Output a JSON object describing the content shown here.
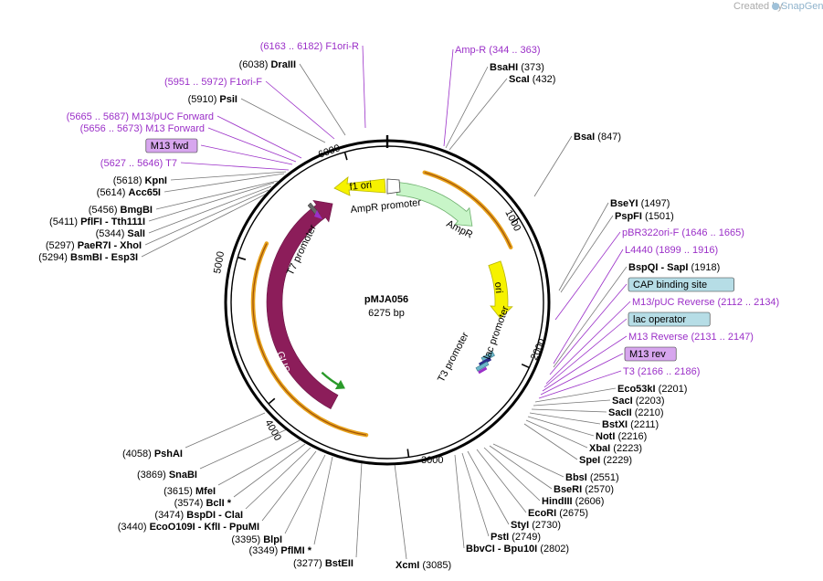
{
  "credit": {
    "text": "Created by",
    "brand": "SnapGene"
  },
  "plasmid": {
    "name": "pMJA056",
    "length": "6275 bp"
  },
  "colors": {
    "primer": "#9b30c8",
    "ring": "#000000",
    "leader": "#777777",
    "orange_outline": "#e8a31c",
    "yellow": "#f6f200",
    "mint": "#c8f5c8",
    "maroon": "#8c1d5a",
    "green_arrow": "#2a9a2a",
    "feature_box_blue": "#b6dde6",
    "primer_box": "#d7a6ee"
  },
  "ticks": [
    "1000",
    "2000",
    "3000",
    "4000",
    "5000",
    "6000"
  ],
  "features": [
    {
      "label": "f1 ori",
      "name": "f1-ori-arrow"
    },
    {
      "label": "AmpR promoter",
      "name": "ampr-promoter-label"
    },
    {
      "label": "AmpR",
      "name": "ampr-label"
    },
    {
      "label": "ori",
      "name": "ori-arrow"
    },
    {
      "label": "lac promoter",
      "name": "lac-promoter-label"
    },
    {
      "label": "T3 promoter",
      "name": "t3-promoter-label"
    },
    {
      "label": "T7 promoter",
      "name": "t7-promoter-label"
    },
    {
      "label": "GUS",
      "name": "gus-arrow"
    }
  ],
  "labels_left": [
    {
      "pos": "(6163 .. 6182)",
      "name": "F1ori-R",
      "kind": "primer"
    },
    {
      "pos": "(6038)",
      "name": "DraIII",
      "kind": "enzyme"
    },
    {
      "pos": "(5951 .. 5972)",
      "name": "F1ori-F",
      "kind": "primer"
    },
    {
      "pos": "(5910)",
      "name": "PsiI",
      "kind": "enzyme"
    },
    {
      "pos": "(5665 .. 5687)",
      "name": "M13/pUC Forward",
      "kind": "primer"
    },
    {
      "pos": "(5656 .. 5673)",
      "name": "M13 Forward",
      "kind": "primer"
    },
    {
      "pos": "",
      "name": "M13 fwd",
      "kind": "primer-box"
    },
    {
      "pos": "(5627 .. 5646)",
      "name": "T7",
      "kind": "primer"
    },
    {
      "pos": "(5618)",
      "name": "KpnI",
      "kind": "enzyme"
    },
    {
      "pos": "(5614)",
      "name": "Acc65I",
      "kind": "enzyme"
    },
    {
      "pos": "(5456)",
      "name": "BmgBI",
      "kind": "enzyme"
    },
    {
      "pos": "(5411)",
      "name": "PflFI  -  Tth111I",
      "kind": "enzyme"
    },
    {
      "pos": "(5344)",
      "name": "SalI",
      "kind": "enzyme"
    },
    {
      "pos": "(5297)",
      "name": "PaeR7I  -  XhoI",
      "kind": "enzyme"
    },
    {
      "pos": "(5294)",
      "name": "BsmBI  -  Esp3I",
      "kind": "enzyme"
    }
  ],
  "labels_right": [
    {
      "name": "Amp-R",
      "pos": "(344 .. 363)",
      "kind": "primer"
    },
    {
      "name": "BsaHI",
      "pos": "(373)",
      "kind": "enzyme"
    },
    {
      "name": "ScaI",
      "pos": "(432)",
      "kind": "enzyme"
    },
    {
      "name": "BsaI",
      "pos": "(847)",
      "kind": "enzyme"
    },
    {
      "name": "BseYI",
      "pos": "(1497)",
      "kind": "enzyme"
    },
    {
      "name": "PspFI",
      "pos": "(1501)",
      "kind": "enzyme"
    },
    {
      "name": "pBR322ori-F",
      "pos": "(1646 .. 1665)",
      "kind": "primer"
    },
    {
      "name": "L4440",
      "pos": "(1899 .. 1916)",
      "kind": "primer"
    },
    {
      "name": "BspQI  -  SapI",
      "pos": "(1918)",
      "kind": "enzyme"
    },
    {
      "name": "CAP binding site",
      "pos": "",
      "kind": "feature-box"
    },
    {
      "name": "M13/pUC Reverse",
      "pos": "(2112 .. 2134)",
      "kind": "primer"
    },
    {
      "name": "lac operator",
      "pos": "",
      "kind": "feature-box"
    },
    {
      "name": "M13 Reverse",
      "pos": "(2131 .. 2147)",
      "kind": "primer"
    },
    {
      "name": "M13 rev",
      "pos": "",
      "kind": "primer-box"
    },
    {
      "name": "T3",
      "pos": "(2166 .. 2186)",
      "kind": "primer"
    },
    {
      "name": "Eco53kI",
      "pos": "(2201)",
      "kind": "enzyme"
    },
    {
      "name": "SacI",
      "pos": "(2203)",
      "kind": "enzyme"
    },
    {
      "name": "SacII",
      "pos": "(2210)",
      "kind": "enzyme"
    },
    {
      "name": "BstXI",
      "pos": "(2211)",
      "kind": "enzyme"
    },
    {
      "name": "NotI",
      "pos": "(2216)",
      "kind": "enzyme"
    },
    {
      "name": "XbaI",
      "pos": "(2223)",
      "kind": "enzyme"
    },
    {
      "name": "SpeI",
      "pos": "(2229)",
      "kind": "enzyme"
    },
    {
      "name": "BbsI",
      "pos": "(2551)",
      "kind": "enzyme"
    },
    {
      "name": "BseRI",
      "pos": "(2570)",
      "kind": "enzyme"
    },
    {
      "name": "HindIII",
      "pos": "(2606)",
      "kind": "enzyme"
    },
    {
      "name": "EcoRI",
      "pos": "(2675)",
      "kind": "enzyme"
    },
    {
      "name": "StyI",
      "pos": "(2730)",
      "kind": "enzyme"
    },
    {
      "name": "PstI",
      "pos": "(2749)",
      "kind": "enzyme"
    },
    {
      "name": "BbvCI  -  Bpu10I",
      "pos": "(2802)",
      "kind": "enzyme"
    }
  ],
  "labels_bottom": [
    {
      "pos": "(4058)",
      "name": "PshAI",
      "kind": "enzyme"
    },
    {
      "pos": "(3869)",
      "name": "SnaBI",
      "kind": "enzyme"
    },
    {
      "pos": "(3615)",
      "name": "MfeI",
      "kind": "enzyme"
    },
    {
      "pos": "(3574)",
      "name": "BclI *",
      "kind": "enzyme"
    },
    {
      "pos": "(3474)",
      "name": "BspDI  -  ClaI",
      "kind": "enzyme"
    },
    {
      "pos": "(3440)",
      "name": "EcoO109I  -  KflI  -  PpuMI",
      "kind": "enzyme"
    },
    {
      "pos": "(3395)",
      "name": "BlpI",
      "kind": "enzyme"
    },
    {
      "pos": "(3349)",
      "name": "PflMI *",
      "kind": "enzyme"
    },
    {
      "pos": "(3277)",
      "name": "BstEII",
      "kind": "enzyme"
    },
    {
      "name": "XcmI",
      "pos": "(3085)",
      "kind": "enzyme"
    }
  ]
}
